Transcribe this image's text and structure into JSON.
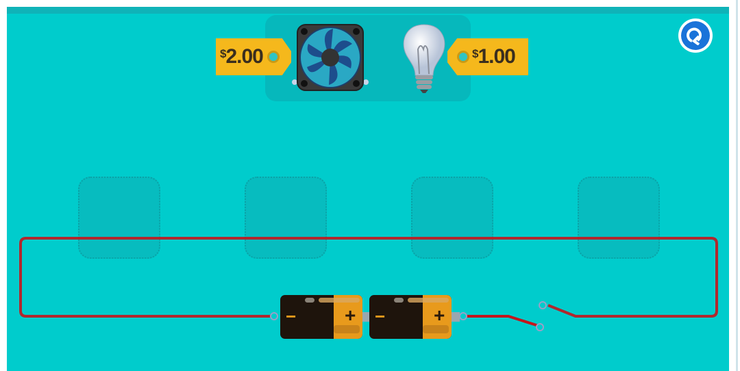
{
  "shop": {
    "items": [
      {
        "name": "fan",
        "currency": "$",
        "price": "2.00"
      },
      {
        "name": "light-bulb",
        "currency": "$",
        "price": "1.00"
      }
    ]
  },
  "controls": {
    "reset_icon": "reset-icon"
  },
  "circuit": {
    "slots": 4,
    "batteries": [
      {
        "neg": "−",
        "pos": "+"
      },
      {
        "neg": "−",
        "pos": "+"
      }
    ],
    "switch_state": "open"
  },
  "colors": {
    "background": "#00cccc",
    "wire": "#c4161c",
    "tag": "#f5b81c",
    "reset": "#1a73d9"
  }
}
